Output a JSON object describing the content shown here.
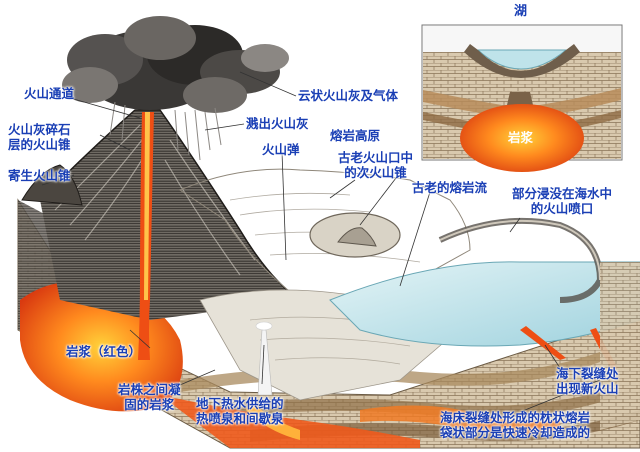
{
  "labels": {
    "lake": "湖",
    "magma_inset": "岩浆",
    "volcanic_conduit": "火山通道",
    "ash_debris_cone": [
      "火山灰碎石",
      "层的火山锥"
    ],
    "parasitic_volcano": "寄生火山锥",
    "ash_cloud": "云状火山灰及气体",
    "spattered_ash": "溅出火山灰",
    "volcanic_bomb": "火山弹",
    "lava_plateau": "熔岩高原",
    "secondary_cone": [
      "古老火山口中",
      "的次火山锥"
    ],
    "ancient_lava_flow": "古老的熔岩流",
    "submerged_crater": [
      "部分浸没在海水中",
      "的火山喷口"
    ],
    "magma_red": "岩浆（红色）",
    "solidified_magma": [
      "岩株之间凝",
      "固的岩浆"
    ],
    "hot_springs": [
      "地下热水供给的",
      "热喷泉和间歇泉"
    ],
    "seafloor_volcano": [
      "海下裂缝处",
      "出现新火山"
    ],
    "pillow_lava": [
      "海床裂缝处形成的枕状熔岩",
      "袋状部分是快速冷却造成的"
    ]
  },
  "colors": {
    "label_blue": "#1a3fb5",
    "magma": "#e8501a",
    "sea": "#bfe3ea",
    "ash": "#2a2a2a",
    "rock": "#c9b9a0"
  }
}
